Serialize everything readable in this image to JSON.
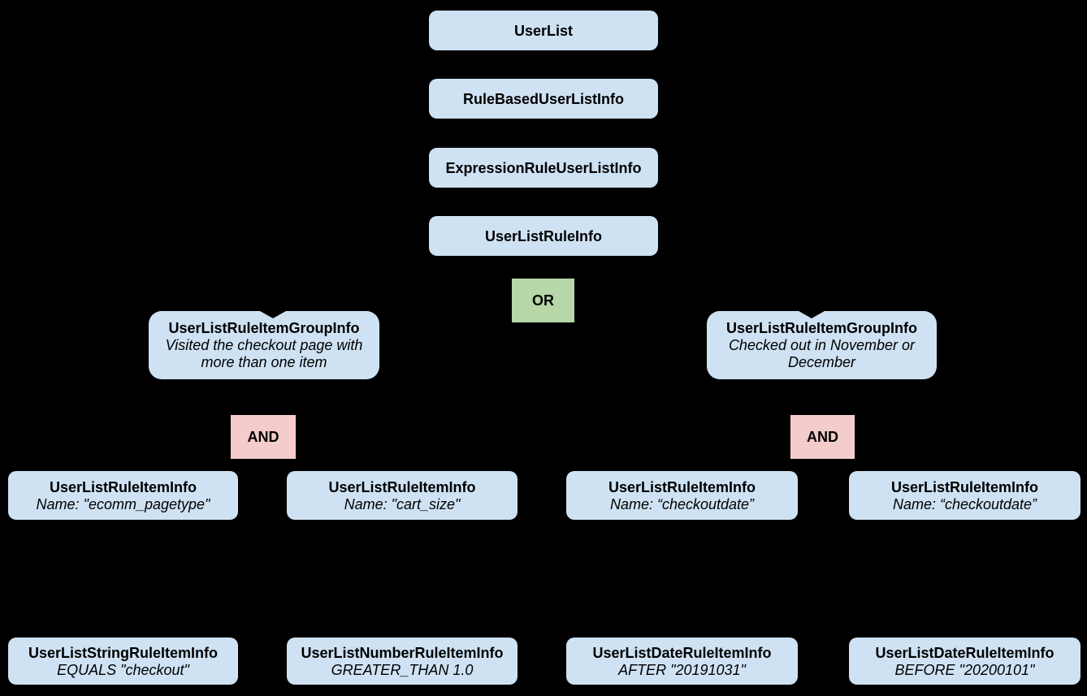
{
  "canvas": {
    "background": "#000000"
  },
  "colors": {
    "node_fill": "#cfe2f3",
    "or_fill": "#b6d7a8",
    "and_fill": "#f4cccc",
    "text": "#000000"
  },
  "diagram": {
    "chain": [
      {
        "label": "UserList"
      },
      {
        "label": "RuleBasedUserListInfo"
      },
      {
        "label": "ExpressionRuleUserListInfo"
      },
      {
        "label": "UserListRuleInfo"
      }
    ],
    "or_operator": {
      "label": "OR"
    },
    "groups": [
      {
        "title": "UserListRuleItemGroupInfo",
        "description": "Visited the checkout page with more than one item",
        "operator": "AND"
      },
      {
        "title": "UserListRuleItemGroupInfo",
        "description": "Checked out in November or December",
        "operator": "AND"
      }
    ],
    "rule_items": [
      {
        "title": "UserListRuleItemInfo",
        "subtitle": "Name: \"ecomm_pagetype\""
      },
      {
        "title": "UserListRuleItemInfo",
        "subtitle": "Name: \"cart_size\""
      },
      {
        "title": "UserListRuleItemInfo",
        "subtitle": "Name: “checkoutdate”"
      },
      {
        "title": "UserListRuleItemInfo",
        "subtitle": "Name: “checkoutdate”"
      }
    ],
    "operand_items": [
      {
        "title": "UserListStringRuleItemInfo",
        "subtitle": "EQUALS \"checkout\""
      },
      {
        "title": "UserListNumberRuleItemInfo",
        "subtitle": "GREATER_THAN 1.0"
      },
      {
        "title": "UserListDateRuleItemInfo",
        "subtitle": "AFTER \"20191031\""
      },
      {
        "title": "UserListDateRuleItemInfo",
        "subtitle": "BEFORE \"20200101\""
      }
    ]
  }
}
